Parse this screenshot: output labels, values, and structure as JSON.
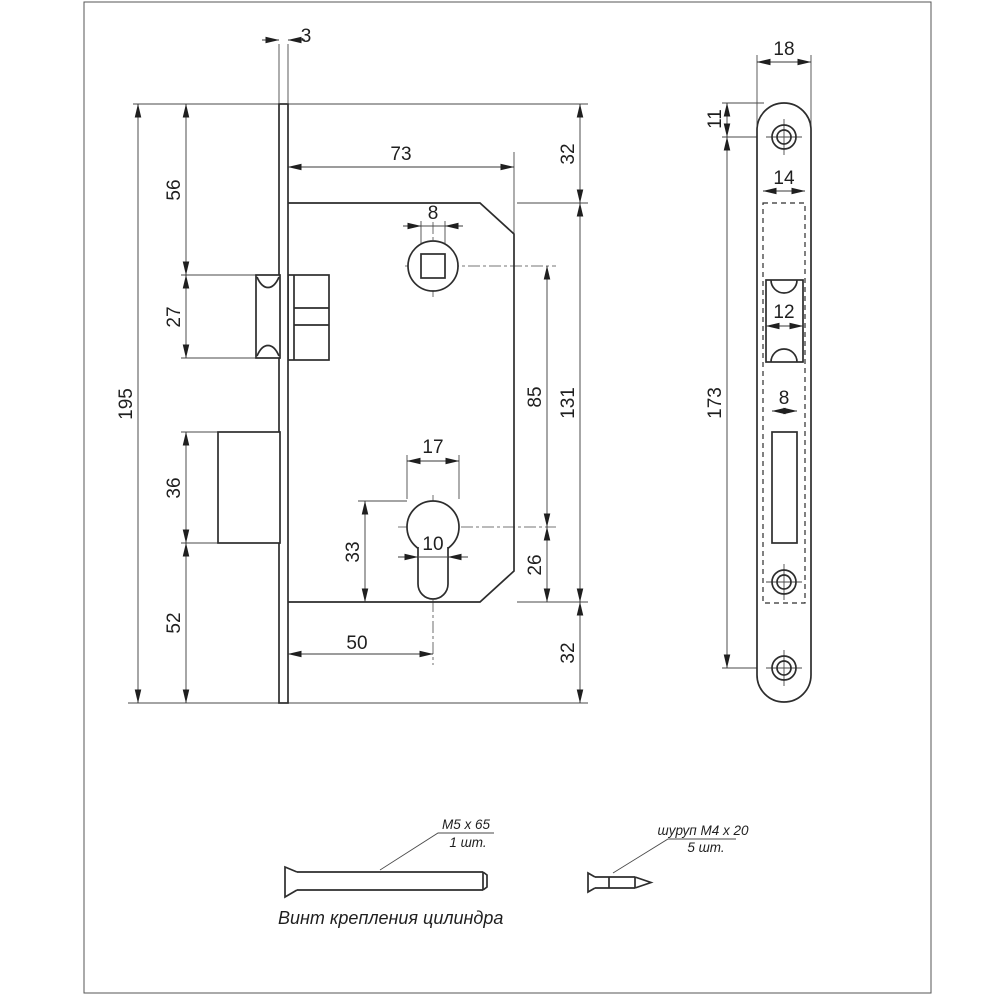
{
  "main_view": {
    "plate_thickness": "3",
    "total_height": "195",
    "top_to_latch": "56",
    "latch_height": "27",
    "deadbolt_height": "36",
    "bottom_section": "52",
    "case_depth": "73",
    "spindle_square": "8",
    "case_top_offset": "32",
    "spindle_to_cylinder": "85",
    "case_height": "131",
    "cylinder_diameter": "17",
    "cylinder_to_case_bottom": "33",
    "cylinder_slot_width": "10",
    "cylinder_center_to_case_bottom": "26",
    "backset": "50",
    "case_bottom_offset": "32"
  },
  "faceplate_view": {
    "plate_width": "18",
    "top_hole_offset": "11",
    "case_width": "14",
    "latch_cutout_width": "12",
    "screw_holes_span": "173",
    "deadbolt_cutout_width": "8"
  },
  "hardware": {
    "cylinder_screw": {
      "label": "M5 x 65",
      "qty": "1 шт."
    },
    "mount_screw": {
      "label": "шуруп M4 x 20",
      "qty": "5 шт."
    },
    "caption": "Винт крепления цилиндра"
  }
}
